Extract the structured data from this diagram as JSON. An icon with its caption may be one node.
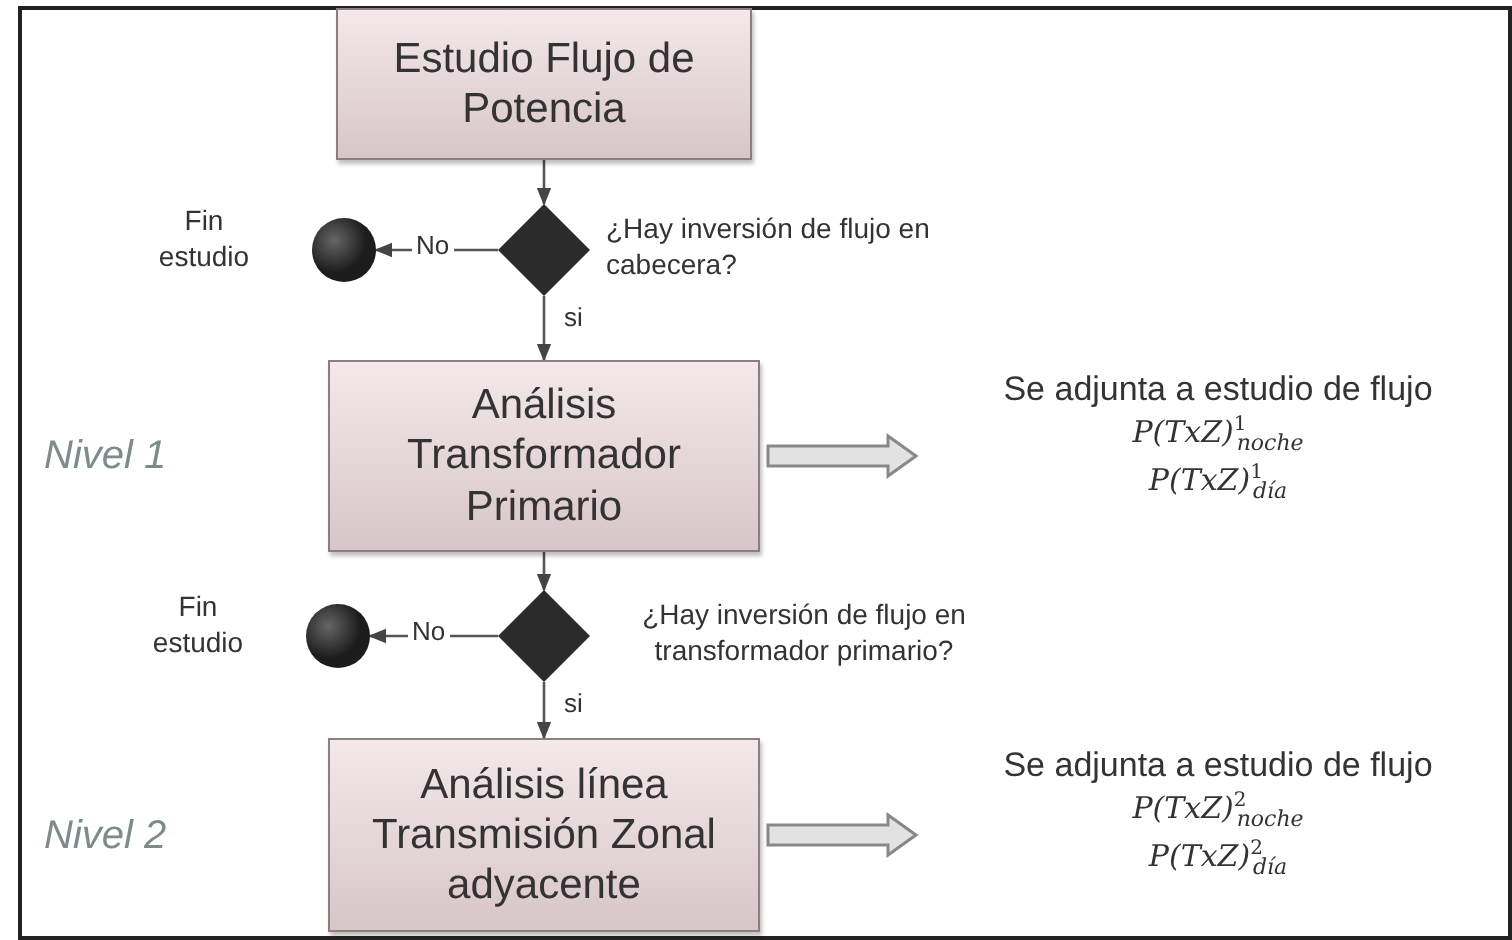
{
  "diagram": {
    "nodes": [
      {
        "text": [
          "Estudio Flujo de Potencia"
        ]
      },
      {
        "text": [
          "¿Hay inversión de flujo en cabecera?"
        ]
      },
      {
        "text": [
          "Fin estudio"
        ]
      },
      {
        "text": [
          "Análisis Transformador Primario"
        ]
      },
      {
        "text": [
          "¿Hay inversión de flujo en transformador primario?"
        ]
      },
      {
        "text": [
          "Fin estudio"
        ]
      },
      {
        "text": [
          "Análisis línea Transmisión Zonal adyacente"
        ]
      },
      {
        "text": [
          "Se adjunta a estudio de flujo",
          "P(TxZ)$^{1}$$_{noche}$",
          "P(TxZ)$^{1}$$_{día}$"
        ]
      },
      {
        "text": [
          "Se adjunta a estudio de flujo",
          "P(TxZ)$^{2}$$_{noche}$",
          "P(TxZ)$^{2}$$_{día}$"
        ]
      }
    ],
    "edges": [
      {
        "from": 0,
        "to": 1,
        "arrow": "to"
      },
      {
        "from": 1,
        "to": 2,
        "arrow": "to",
        "label": "No"
      },
      {
        "from": 1,
        "to": 3,
        "arrow": "to",
        "label": "si"
      },
      {
        "from": 3,
        "to": 4,
        "arrow": "to"
      },
      {
        "from": 4,
        "to": 5,
        "arrow": "to",
        "label": "No"
      },
      {
        "from": 4,
        "to": 6,
        "arrow": "to",
        "label": "si"
      },
      {
        "from": 3,
        "to": 7,
        "arrow": "to",
        "style": "thick"
      },
      {
        "from": 6,
        "to": 8,
        "arrow": "to",
        "style": "thick"
      }
    ],
    "labels": [
      "Nivel 1",
      "Nivel 2"
    ]
  }
}
